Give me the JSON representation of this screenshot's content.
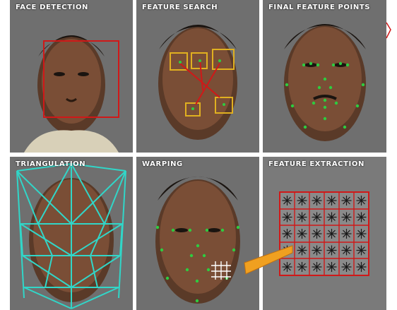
{
  "panels": [
    {
      "id": "face-detection",
      "label": "FACE DETECTION"
    },
    {
      "id": "feature-search",
      "label": "FEATURE SEARCH"
    },
    {
      "id": "final-feature-points",
      "label": "FINAL FEATURE POINTS"
    },
    {
      "id": "triangulation",
      "label": "TRIANGULATION"
    },
    {
      "id": "warping",
      "label": "WARPING"
    },
    {
      "id": "feature-extraction",
      "label": "FEATURE EXTRACTION"
    }
  ],
  "colors": {
    "panel_bg": "#6f6f6f",
    "detection_box": "#d01818",
    "search_box": "#e0b020",
    "feature_point": "#2ecc40",
    "mesh": "#31d6c8",
    "grid_line": "#d01818",
    "arrow": "#f0a020"
  }
}
